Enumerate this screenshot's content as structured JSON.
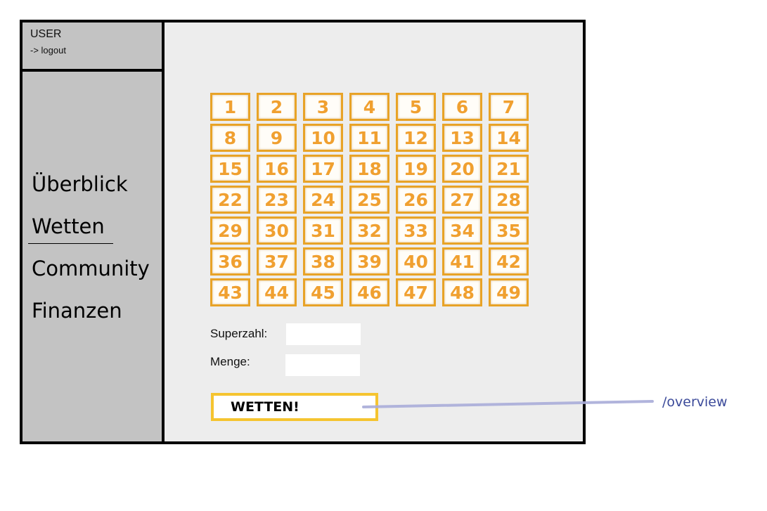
{
  "user": {
    "name": "USER",
    "logout_label": "-> logout"
  },
  "sidebar": {
    "items": [
      {
        "label": "Überblick",
        "active": false
      },
      {
        "label": "Wetten",
        "active": true
      },
      {
        "label": "Community",
        "active": false
      },
      {
        "label": "Finanzen",
        "active": false
      }
    ]
  },
  "numbers": [
    1,
    2,
    3,
    4,
    5,
    6,
    7,
    8,
    9,
    10,
    11,
    12,
    13,
    14,
    15,
    16,
    17,
    18,
    19,
    20,
    21,
    22,
    23,
    24,
    25,
    26,
    27,
    28,
    29,
    30,
    31,
    32,
    33,
    34,
    35,
    36,
    37,
    38,
    39,
    40,
    41,
    42,
    43,
    44,
    45,
    46,
    47,
    48,
    49
  ],
  "form": {
    "superzahl_label": "Superzahl:",
    "superzahl_value": "",
    "menge_label": "Menge:",
    "menge_value": ""
  },
  "bet_button_label": "WETTEN!",
  "annotation": {
    "route": "/overview"
  },
  "colors": {
    "sidebar_bg": "#c3c3c3",
    "content_bg": "#ededed",
    "number_color": "#f0a030",
    "number_border": "#e8a327",
    "button_border": "#f5c430",
    "annotation_color": "#3b4a9a"
  }
}
